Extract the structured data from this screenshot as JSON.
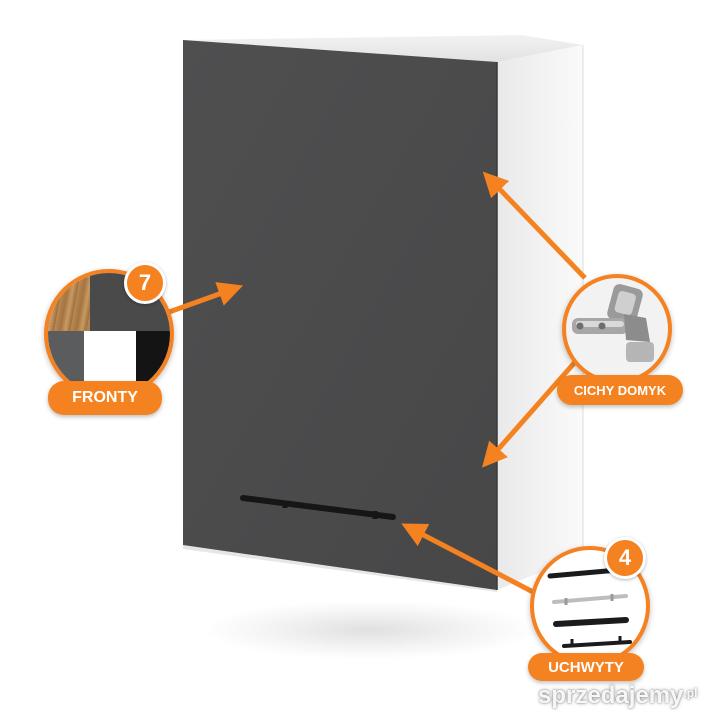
{
  "badges": {
    "fronty": {
      "count": "7",
      "label": "FRONTY"
    },
    "cichy_domyk": {
      "label": "CICHY DOMYK"
    },
    "uchwyty": {
      "count": "4",
      "label": "UCHWYTY"
    }
  },
  "watermark": {
    "text": "sprzedajemy",
    "suffix": ".pl"
  },
  "colors": {
    "accent": "#f58220",
    "door": "#4b4b4c",
    "carcass": "#f4f4f4",
    "handle": "#1a1a1a"
  },
  "fronty_swatches": [
    "oak",
    "graphite",
    "grey",
    "white",
    "black"
  ]
}
